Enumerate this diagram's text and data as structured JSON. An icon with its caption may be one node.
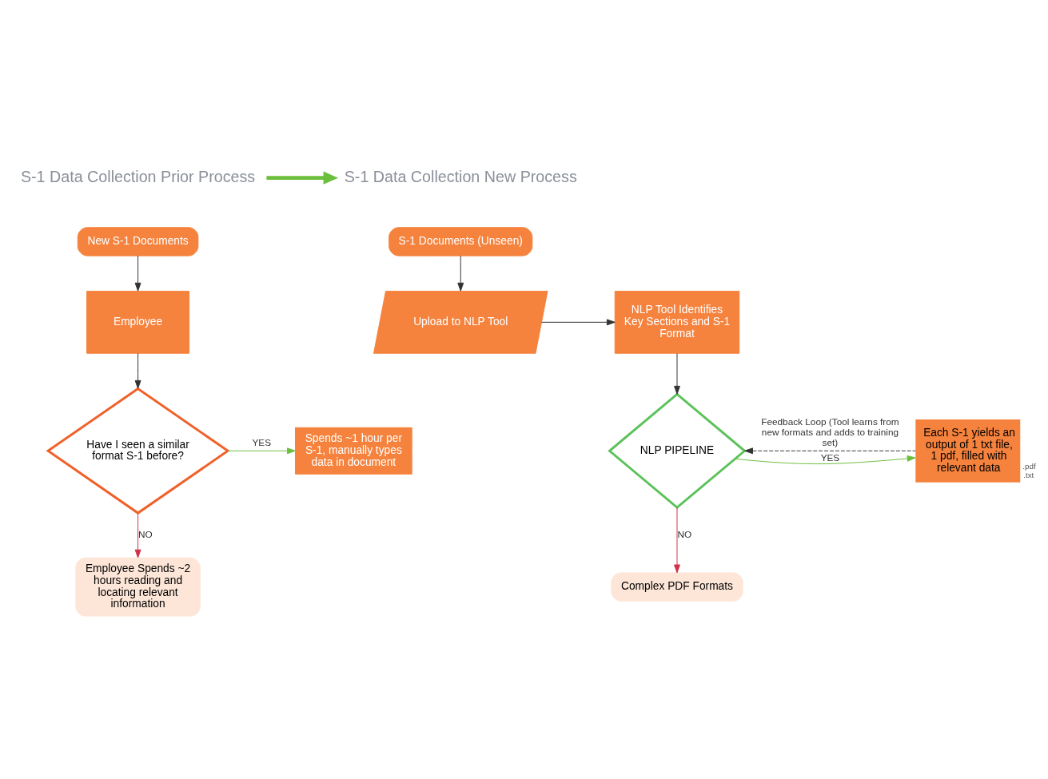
{
  "diagram": {
    "nodes": [
      {
        "text": [
          "S-1 Data Collection Prior Process"
        ]
      },
      {
        "text": [
          "S-1 Data Collection New Process"
        ]
      },
      {
        "text": [
          "New S-1 Documents"
        ]
      },
      {
        "text": [
          "Employee"
        ]
      },
      {
        "text": [
          "Have I seen a similar format S-1 before?"
        ]
      },
      {
        "text": [
          "Spends ~1 hour per S-1, manually types data in document"
        ]
      },
      {
        "text": [
          "Employee Spends ~2 hours reading and locating relevant information"
        ]
      },
      {
        "text": [
          "S-1 Documents (Unseen)"
        ]
      },
      {
        "text": [
          "Upload to NLP Tool"
        ]
      },
      {
        "text": [
          "NLP Tool Identifies Key Sections and S-1 Format"
        ]
      },
      {
        "text": [
          "NLP PIPELINE"
        ]
      },
      {
        "text": [
          "Each S-1 yields an output of 1 txt file, 1 pdf, filled with relevant data"
        ],
        "beside": [
          ".pdf",
          ".txt"
        ]
      },
      {
        "text": [
          "Complex PDF Formats"
        ]
      }
    ],
    "edges": [
      {
        "from": 0,
        "to": 1,
        "arrow": "to",
        "style": "thick",
        "color": "#6cbf3c"
      },
      {
        "from": 2,
        "to": 3,
        "arrow": "to"
      },
      {
        "from": 3,
        "to": 4,
        "arrow": "to"
      },
      {
        "from": 4,
        "to": 5,
        "arrow": "to",
        "label": "YES",
        "color": "#6cbf3c"
      },
      {
        "from": 4,
        "to": 6,
        "arrow": "to",
        "label": "NO",
        "color": "#d0314b"
      },
      {
        "from": 7,
        "to": 8,
        "arrow": "to"
      },
      {
        "from": 8,
        "to": 9,
        "arrow": "to"
      },
      {
        "from": 9,
        "to": 10,
        "arrow": "to"
      },
      {
        "from": 10,
        "to": 11,
        "arrow": "to",
        "label": "YES",
        "color": "#6cbf3c"
      },
      {
        "from": 10,
        "to": 12,
        "arrow": "to",
        "label": "NO",
        "color": "#d0314b"
      },
      {
        "from": 11,
        "to": 10,
        "arrow": "to",
        "style": "dashed",
        "label": "Feedback Loop (Tool learns from new formats and adds to training set)"
      }
    ]
  }
}
